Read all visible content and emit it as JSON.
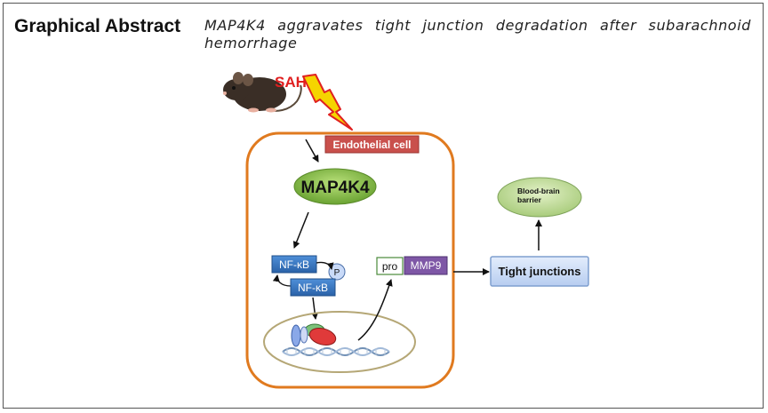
{
  "header": {
    "heading": "Graphical Abstract",
    "title_line1": "MAP4K4 aggravates tight junction degradation after subarachnoid",
    "title_line2": "hemorrhage"
  },
  "diagram": {
    "stimulus_label": "SAH",
    "endothelial_label": "Endothelial cell",
    "map4k4_label": "MAP4K4",
    "nfkb_top_label": "NF-κB",
    "nfkb_bottom_label": "NF-κB",
    "phospho_label": "P",
    "pro_label": "pro",
    "mmp9_label": "MMP9",
    "tight_junctions_label": "Tight junctions",
    "bbb_line1": "Blood-brain",
    "bbb_line2": "barrier"
  },
  "colors": {
    "cell_border": "#e07a1f",
    "endothelial_fill": "#c9504c",
    "map4k4_fill": "#7cb342",
    "nfkb_fill": "#3a78c2",
    "mmp9_fill": "#7e57a6",
    "tight_junctions_fill": "#c9daf8",
    "bbb_fill": "#c5e0a5",
    "sah_red": "#e02020",
    "bolt_yellow": "#f5d400"
  }
}
